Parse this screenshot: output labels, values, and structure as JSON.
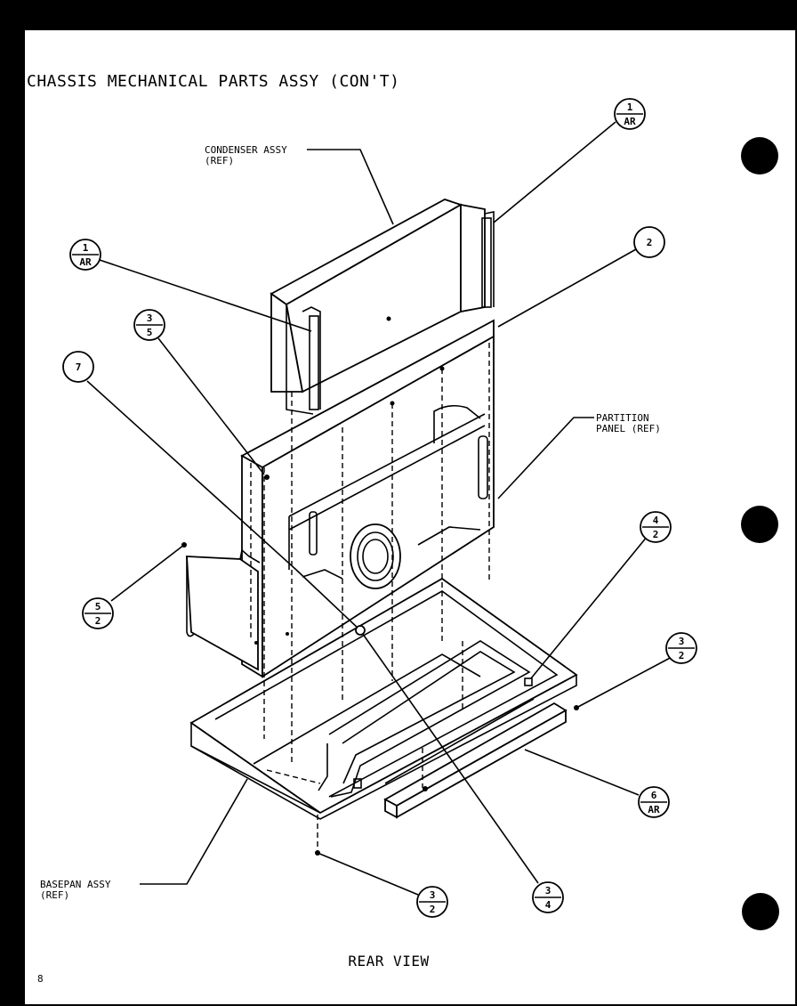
{
  "title": "CHASSIS MECHANICAL PARTS ASSY (CON'T)",
  "view_label": "REAR VIEW",
  "page_number": "8",
  "callouts": [
    {
      "name": "condenser-assy",
      "line1": "CONDENSER ASSY",
      "line2": "(REF)"
    },
    {
      "name": "partition-panel",
      "line1": "PARTITION",
      "line2": "PANEL (REF)"
    },
    {
      "name": "basepan-assy",
      "line1": "BASEPAN ASSY",
      "line2": "(REF)"
    }
  ],
  "bubbles": [
    {
      "name": "bubble-1-ar-top",
      "top": "1",
      "bottom": "AR"
    },
    {
      "name": "bubble-1-ar-left",
      "top": "1",
      "bottom": "AR"
    },
    {
      "name": "bubble-2",
      "top": "2",
      "bottom": ""
    },
    {
      "name": "bubble-3-5",
      "top": "3",
      "bottom": "5"
    },
    {
      "name": "bubble-7",
      "top": "7",
      "bottom": ""
    },
    {
      "name": "bubble-5-2",
      "top": "5",
      "bottom": "2"
    },
    {
      "name": "bubble-4-2",
      "top": "4",
      "bottom": "2"
    },
    {
      "name": "bubble-3-2-right",
      "top": "3",
      "bottom": "2"
    },
    {
      "name": "bubble-6-ar",
      "top": "6",
      "bottom": "AR"
    },
    {
      "name": "bubble-3-2-bottom",
      "top": "3",
      "bottom": "2"
    },
    {
      "name": "bubble-3-4",
      "top": "3",
      "bottom": "4"
    }
  ]
}
